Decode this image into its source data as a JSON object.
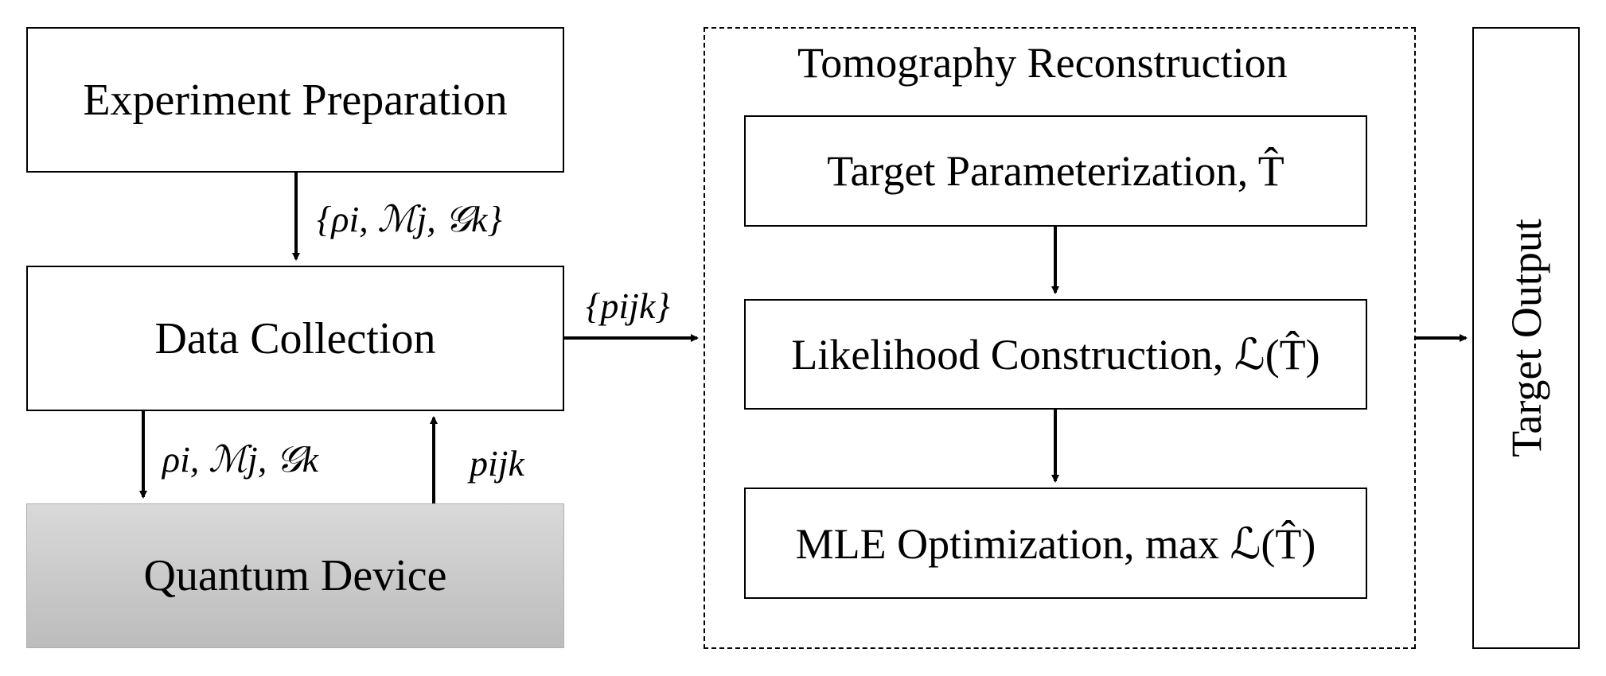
{
  "left": {
    "experiment_preparation": "Experiment Preparation",
    "data_collection": "Data Collection",
    "quantum_device": "Quantum Device",
    "prep_to_collection_label": "{ρi, ℳj, 𝒢k}",
    "collection_to_device_label": "ρi, ℳj, 𝒢k",
    "device_to_collection_label": "pijk"
  },
  "middle": {
    "group_title": "Tomography Reconstruction",
    "collection_to_group_label": "{pijk}",
    "target_parameterization": "Target Parameterization, T̂",
    "likelihood_construction": "Likelihood Construction, ℒ(T̂)",
    "mle_optimization": "MLE Optimization, max ℒ(T̂)"
  },
  "right": {
    "target_output": "Target Output"
  },
  "colors": {
    "stroke": "#000000",
    "device_fill_top": "#d9d9d9",
    "device_fill_bottom": "#bcbcbc",
    "background": "#ffffff"
  }
}
